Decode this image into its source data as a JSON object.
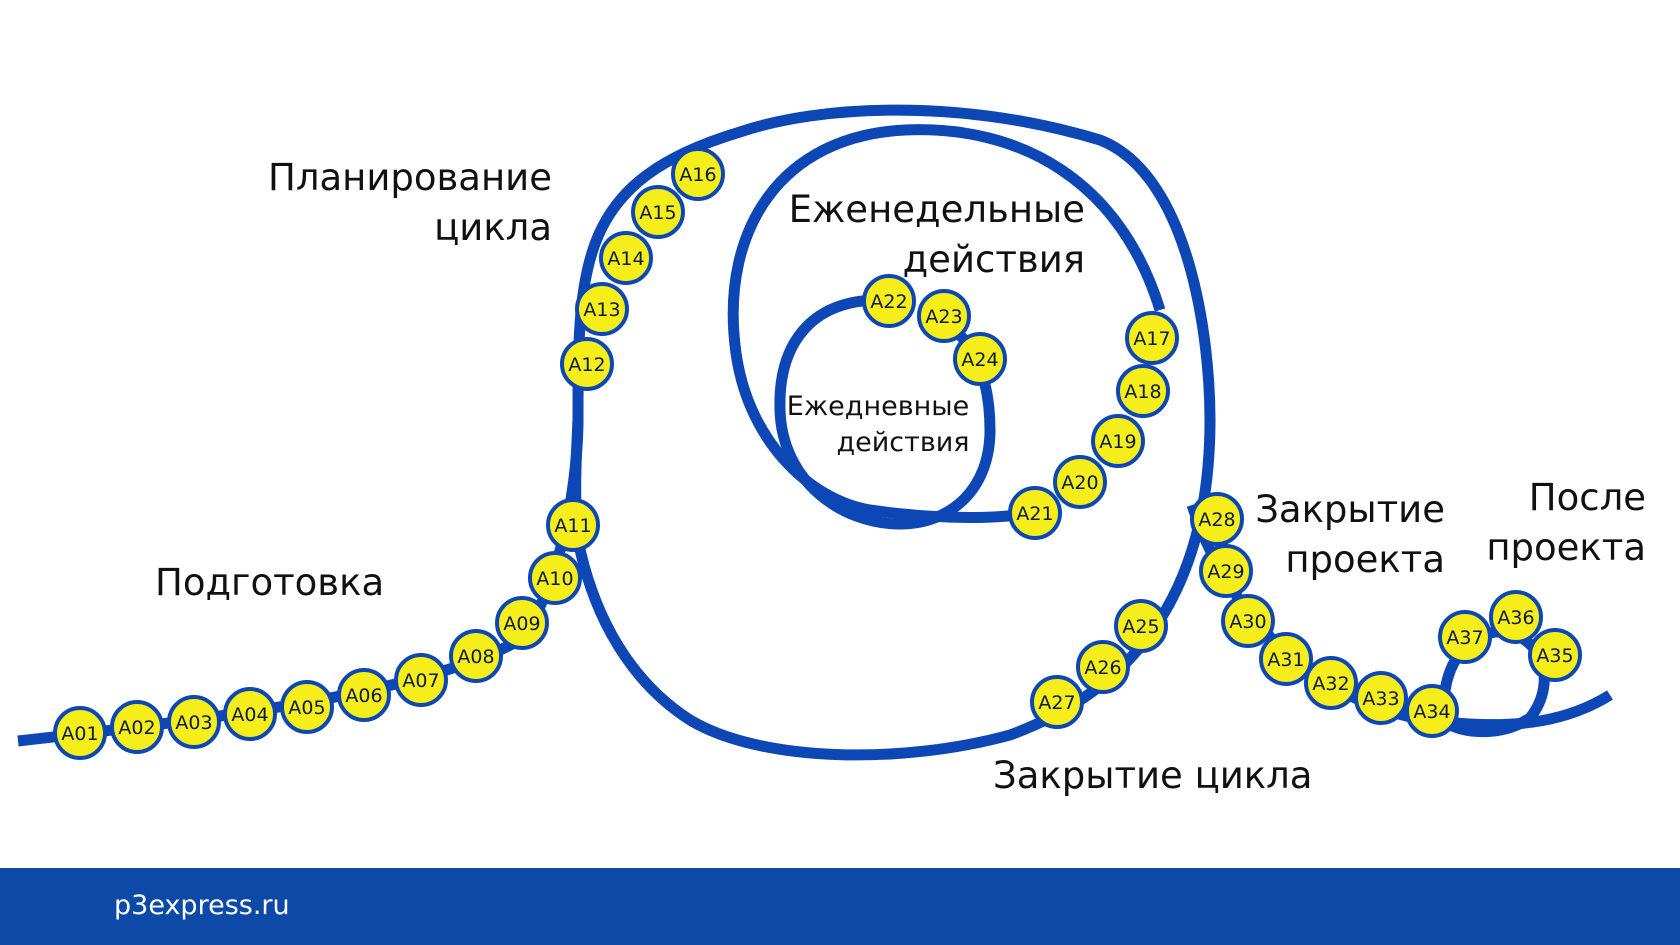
{
  "colors": {
    "track": "#0d47b5",
    "node_fill": "#f5ee1a",
    "node_stroke": "#0d47b5",
    "footer": "#0d4aa8"
  },
  "labels": {
    "preparation": "Подготовка",
    "cycle_planning_1": "Планирование",
    "cycle_planning_2": "цикла",
    "weekly_1": "Еженедельные",
    "weekly_2": "действия",
    "daily_1": "Ежедневные",
    "daily_2": "действия",
    "cycle_closing": "Закрытие цикла",
    "project_closing_1": "Закрытие",
    "project_closing_2": "проекта",
    "after_project_1": "После",
    "after_project_2": "проекта"
  },
  "activities": [
    "A01",
    "A02",
    "A03",
    "A04",
    "A05",
    "A06",
    "A07",
    "A08",
    "A09",
    "A10",
    "A11",
    "A12",
    "A13",
    "A14",
    "A15",
    "A16",
    "A17",
    "A18",
    "A19",
    "A20",
    "A21",
    "A22",
    "A23",
    "A24",
    "A25",
    "A26",
    "A27",
    "A28",
    "A29",
    "A30",
    "A31",
    "A32",
    "A33",
    "A34",
    "A35",
    "A36",
    "A37"
  ],
  "footer": {
    "link": "p3express.ru"
  }
}
